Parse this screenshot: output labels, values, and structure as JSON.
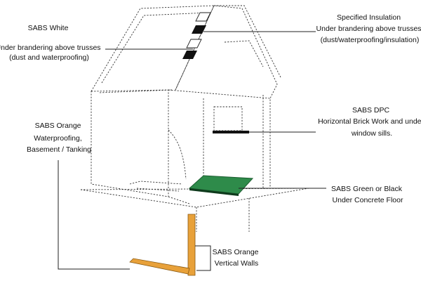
{
  "callouts": {
    "sabs_white": {
      "lines": [
        "SABS White",
        "Under brandering above trusses",
        "(dust and waterproofing)"
      ]
    },
    "specified_insulation": {
      "lines": [
        "Specified Insulation",
        "Under brandering above trusses",
        "(dust/waterproofing/insulation)"
      ]
    },
    "sabs_dpc": {
      "lines": [
        "SABS DPC",
        "Horizontal Brick Work and under",
        "window sills."
      ]
    },
    "sabs_orange_basement": {
      "lines": [
        "SABS Orange",
        "Waterproofing,",
        "Basement / Tanking"
      ]
    },
    "sabs_green_black": {
      "lines": [
        "SABS Green or Black",
        "Under Concrete Floor"
      ]
    },
    "sabs_orange_walls": {
      "lines": [
        "SABS Orange",
        "Vertical Walls"
      ]
    }
  },
  "colors": {
    "outline": "#333333",
    "membrane_white": "#ffffff",
    "membrane_black": "#111111",
    "floor_membrane": "#1f7a3a",
    "orange_membrane": "#e8a13a",
    "dpc_strip": "#111111"
  }
}
